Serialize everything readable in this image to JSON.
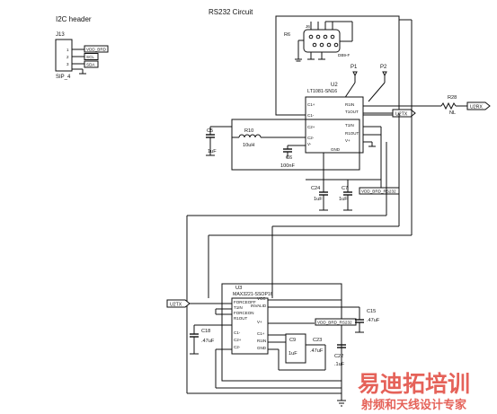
{
  "i2c": {
    "title": "I2C header",
    "ref": "J13",
    "footprint": "SIP_4",
    "nets": [
      "VDD_BRD",
      "SCL",
      "SDA"
    ]
  },
  "rs232": {
    "title": "RS232 Circuit",
    "connector": {
      "ref": "J6",
      "part": "DB9-F"
    },
    "chassis": "R6",
    "tp1": "P1",
    "tp2": "P2",
    "u2": {
      "ref": "U2",
      "part": "LT1081-SN16"
    },
    "u2_pins_left": [
      "C1+",
      "C1-",
      "C2+",
      "C2-",
      "V-"
    ],
    "u2_pins_right": [
      "R1IN",
      "T1OUT",
      "T1IN",
      "R1OUT",
      "V+"
    ],
    "u2_pin_bottom": "GND",
    "r28": {
      "ref": "R28",
      "value": "NL"
    },
    "net_u2tx": "U2TX",
    "net_u2rx": "U2RX",
    "c5": {
      "ref": "C5",
      "value": "1uF"
    },
    "l10": {
      "ref": "R10",
      "value": "10uH"
    },
    "c6": {
      "ref": "C6",
      "value": "100nF"
    },
    "c24": {
      "ref": "C24",
      "value": "1uF"
    },
    "c7": {
      "ref": "C7",
      "value": "1uF"
    },
    "vdd_tag": "VDD_BRD_RS232"
  },
  "u3": {
    "ref": "U3",
    "part": "MAX3221-SSOP16",
    "pins_left": [
      "FORCEOFF",
      "T1IN",
      "FORCEON",
      "R1OUT",
      "C1-",
      "C2+",
      "C2-"
    ],
    "pins_right": [
      "VCC",
      "INVALID",
      "V+",
      "C1+",
      "R1IN",
      "GND"
    ],
    "net_u2tx": "U2TX",
    "vdd_tag": "VDD_BRD_RS232",
    "c15": {
      "ref": "C15",
      "value": ".47uF"
    },
    "c18": {
      "ref": "C18",
      "value": ".47uF"
    },
    "c23": {
      "ref": "C23",
      "value": ".47uF"
    },
    "c22": {
      "ref": "C22",
      "value": ".1uF"
    },
    "c9": {
      "ref": "C9",
      "value": "1uF"
    }
  },
  "watermark": {
    "line1": "易迪拓培训",
    "line2": "射频和天线设计专家"
  }
}
